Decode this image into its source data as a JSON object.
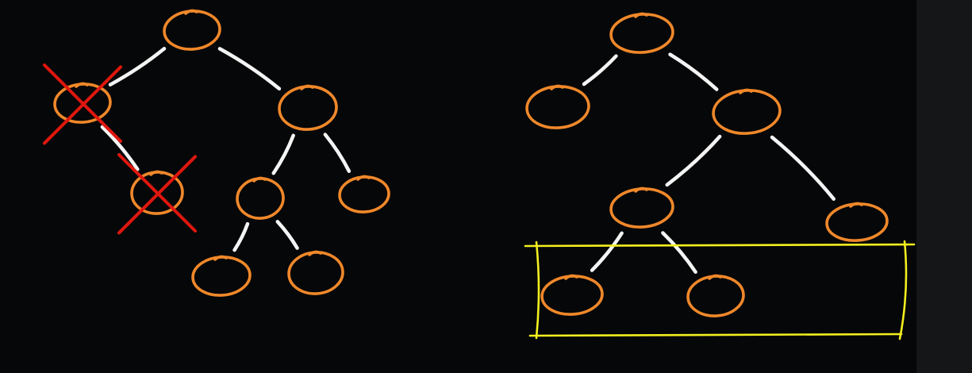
{
  "colors": {
    "background": "#060708",
    "gutter": "#151617",
    "node": "#f0882a",
    "edge": "#f4f4f4",
    "cross": "#e0170f",
    "highlight": "#f2ef1f"
  },
  "left_tree": {
    "nodes": [
      {
        "id": "root"
      },
      {
        "id": "left-child",
        "crossed": true
      },
      {
        "id": "left-child-right",
        "crossed": true
      },
      {
        "id": "right-child"
      },
      {
        "id": "right-left"
      },
      {
        "id": "right-right"
      },
      {
        "id": "leaf-a"
      },
      {
        "id": "leaf-b"
      }
    ],
    "edges": [
      [
        "root",
        "left-child"
      ],
      [
        "root",
        "right-child"
      ],
      [
        "left-child",
        "left-child-right"
      ],
      [
        "right-child",
        "right-left"
      ],
      [
        "right-child",
        "right-right"
      ],
      [
        "right-left",
        "leaf-a"
      ],
      [
        "right-left",
        "leaf-b"
      ]
    ]
  },
  "right_tree": {
    "nodes": [
      {
        "id": "root"
      },
      {
        "id": "left-child"
      },
      {
        "id": "right-child"
      },
      {
        "id": "right-left"
      },
      {
        "id": "right-right"
      },
      {
        "id": "leaf-a"
      },
      {
        "id": "leaf-b"
      }
    ],
    "edges": [
      [
        "root",
        "left-child"
      ],
      [
        "root",
        "right-child"
      ],
      [
        "right-child",
        "right-left"
      ],
      [
        "right-child",
        "right-right"
      ],
      [
        "right-left",
        "leaf-a"
      ],
      [
        "right-left",
        "leaf-b"
      ]
    ],
    "highlighted_level": [
      "leaf-a",
      "leaf-b"
    ]
  }
}
